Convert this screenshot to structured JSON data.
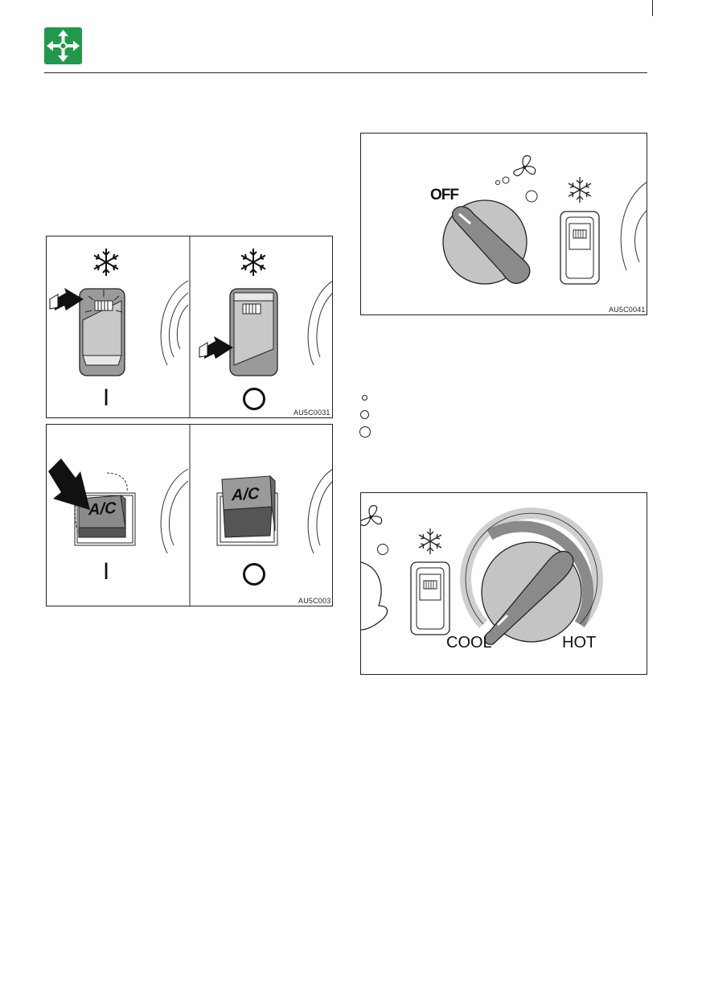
{
  "header": {
    "icon_name": "four-way-arrows-icon",
    "icon_color": "#1f9a4a"
  },
  "figures": {
    "fig_ac_rocker": {
      "code": "AU5C0031",
      "left_position": "I",
      "right_position": "O"
    },
    "fig_ac_button": {
      "code": "AU5C003",
      "left_position": "I",
      "right_position": "O",
      "button_label": "A/C"
    },
    "fig_fan_dial": {
      "code": "AU5C0041",
      "off_label": "OFF"
    },
    "fig_temp_dial": {
      "cool_label": "COOL",
      "hot_label": "HOT"
    }
  },
  "fan_speed_legend": {
    "items": [
      {
        "symbol": "small-circle",
        "size": "small"
      },
      {
        "symbol": "medium-circle",
        "size": "medium"
      },
      {
        "symbol": "large-circle",
        "size": "large"
      }
    ]
  }
}
